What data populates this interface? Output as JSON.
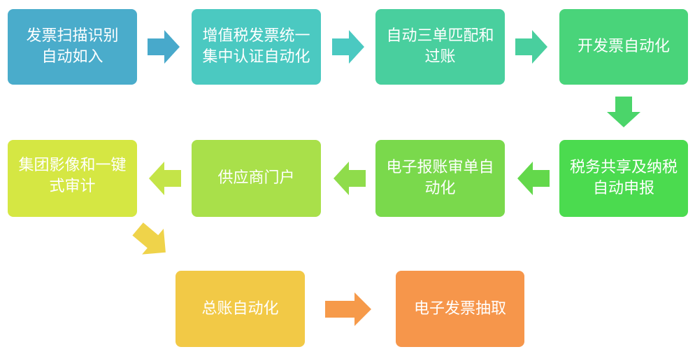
{
  "steps": [
    {
      "label": "发票扫描识别自动如入",
      "color": "#4aaccb"
    },
    {
      "label": "增值税发票统一集中认证自动化",
      "color": "#4bc9c1"
    },
    {
      "label": "自动三单匹配和过账",
      "color": "#49cf9e"
    },
    {
      "label": "开发票自动化",
      "color": "#49d47a"
    },
    {
      "label": "税务共享及纳税自动申报",
      "color": "#4bdb4f"
    },
    {
      "label": "电子报账审单自动化",
      "color": "#7ad94c"
    },
    {
      "label": "供应商门户",
      "color": "#a9e04a"
    },
    {
      "label": "集团影像和一键式审计",
      "color": "#d5e743"
    },
    {
      "label": "总账自动化",
      "color": "#f2c946"
    },
    {
      "label": "电子发票抽取",
      "color": "#f6964b"
    }
  ],
  "arrows": [
    {
      "direction": "right",
      "color": "#48a9cb"
    },
    {
      "direction": "right",
      "color": "#4bc9c1"
    },
    {
      "direction": "right",
      "color": "#49cf9e"
    },
    {
      "direction": "down",
      "color": "#4bd56a"
    },
    {
      "direction": "left",
      "color": "#63d84b"
    },
    {
      "direction": "left",
      "color": "#8fdc4b"
    },
    {
      "direction": "left",
      "color": "#c4e448"
    },
    {
      "direction": "down-right",
      "color": "#efd34a"
    },
    {
      "direction": "right",
      "color": "#f69a4a"
    }
  ]
}
